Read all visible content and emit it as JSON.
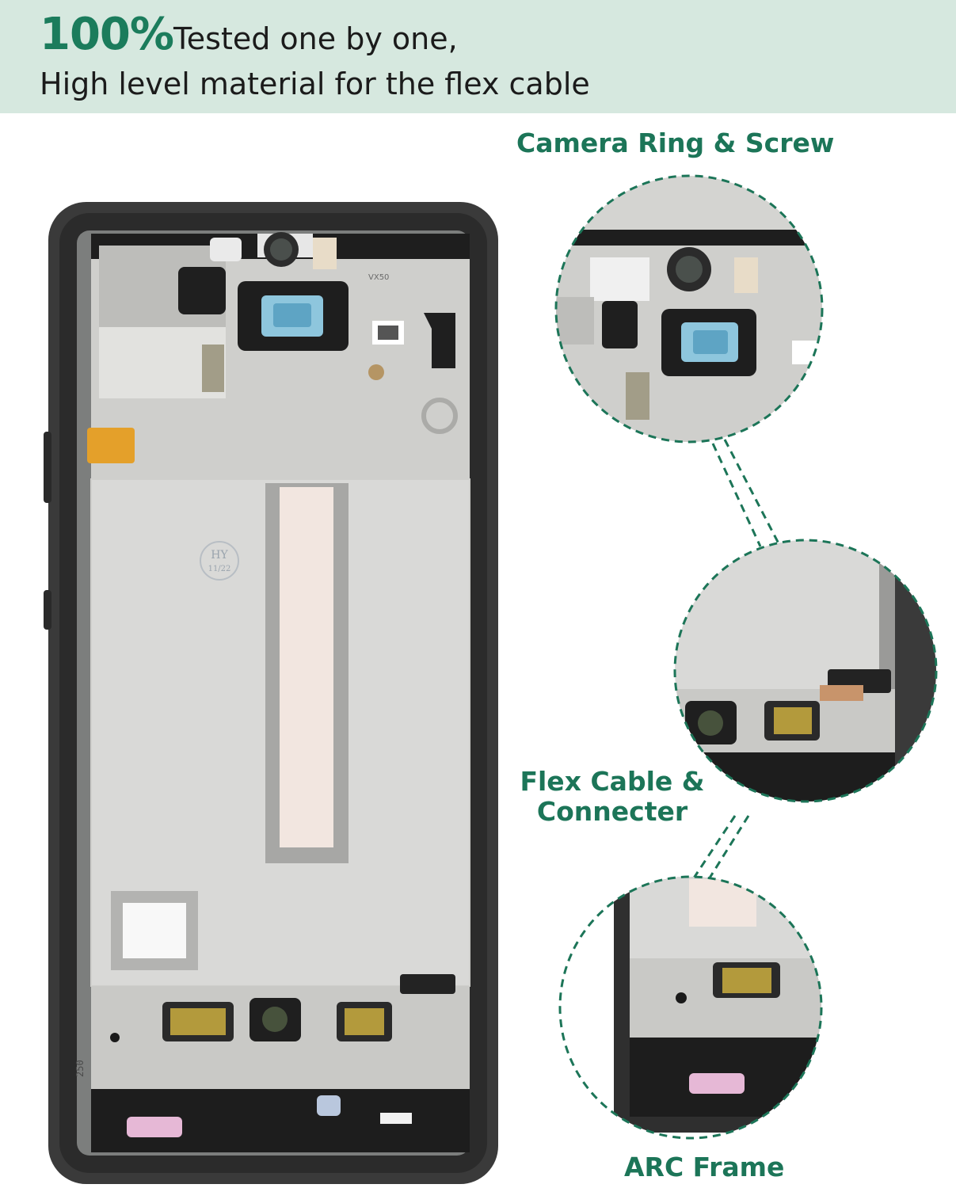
{
  "header": {
    "percent": "100%",
    "line1_rest": "Tested one by one,",
    "line2": "High level material for the flex cable"
  },
  "callouts": [
    {
      "id": "camera",
      "label": "Camera Ring & Screw"
    },
    {
      "id": "flex",
      "label_line1": "Flex Cable &",
      "label_line2": "Connecter"
    },
    {
      "id": "frame",
      "label": "ARC Frame"
    }
  ],
  "phone_markings": {
    "stamp_line1": "HY",
    "stamp_line2": "11/22",
    "model_code": "VX50",
    "bottom_code": "250"
  },
  "colors": {
    "accent": "#1c7558",
    "header_bg": "#d6e8df",
    "frame_dark": "#3a3a3a",
    "midframe": "#d9d9d7"
  }
}
